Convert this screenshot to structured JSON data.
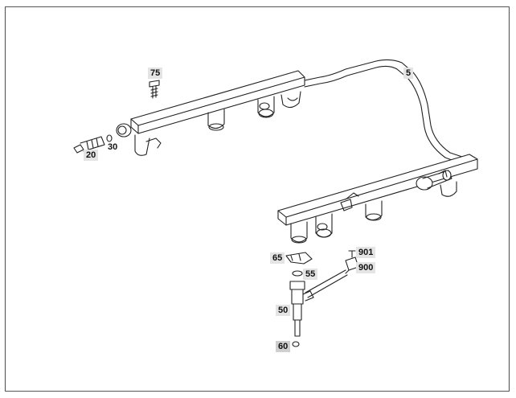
{
  "diagram": {
    "parts": [
      {
        "id": "p75",
        "label": "75"
      },
      {
        "id": "p5",
        "label": "5"
      },
      {
        "id": "p20",
        "label": "20"
      },
      {
        "id": "p30",
        "label": "30"
      },
      {
        "id": "p65",
        "label": "65"
      },
      {
        "id": "p901",
        "label": "901"
      },
      {
        "id": "p55",
        "label": "55"
      },
      {
        "id": "p900",
        "label": "900"
      },
      {
        "id": "p50",
        "label": "50"
      },
      {
        "id": "p60",
        "label": "60"
      }
    ]
  },
  "colors": {
    "line": "#222222",
    "label_bg": "#e4e4e4",
    "border": "#555555"
  }
}
